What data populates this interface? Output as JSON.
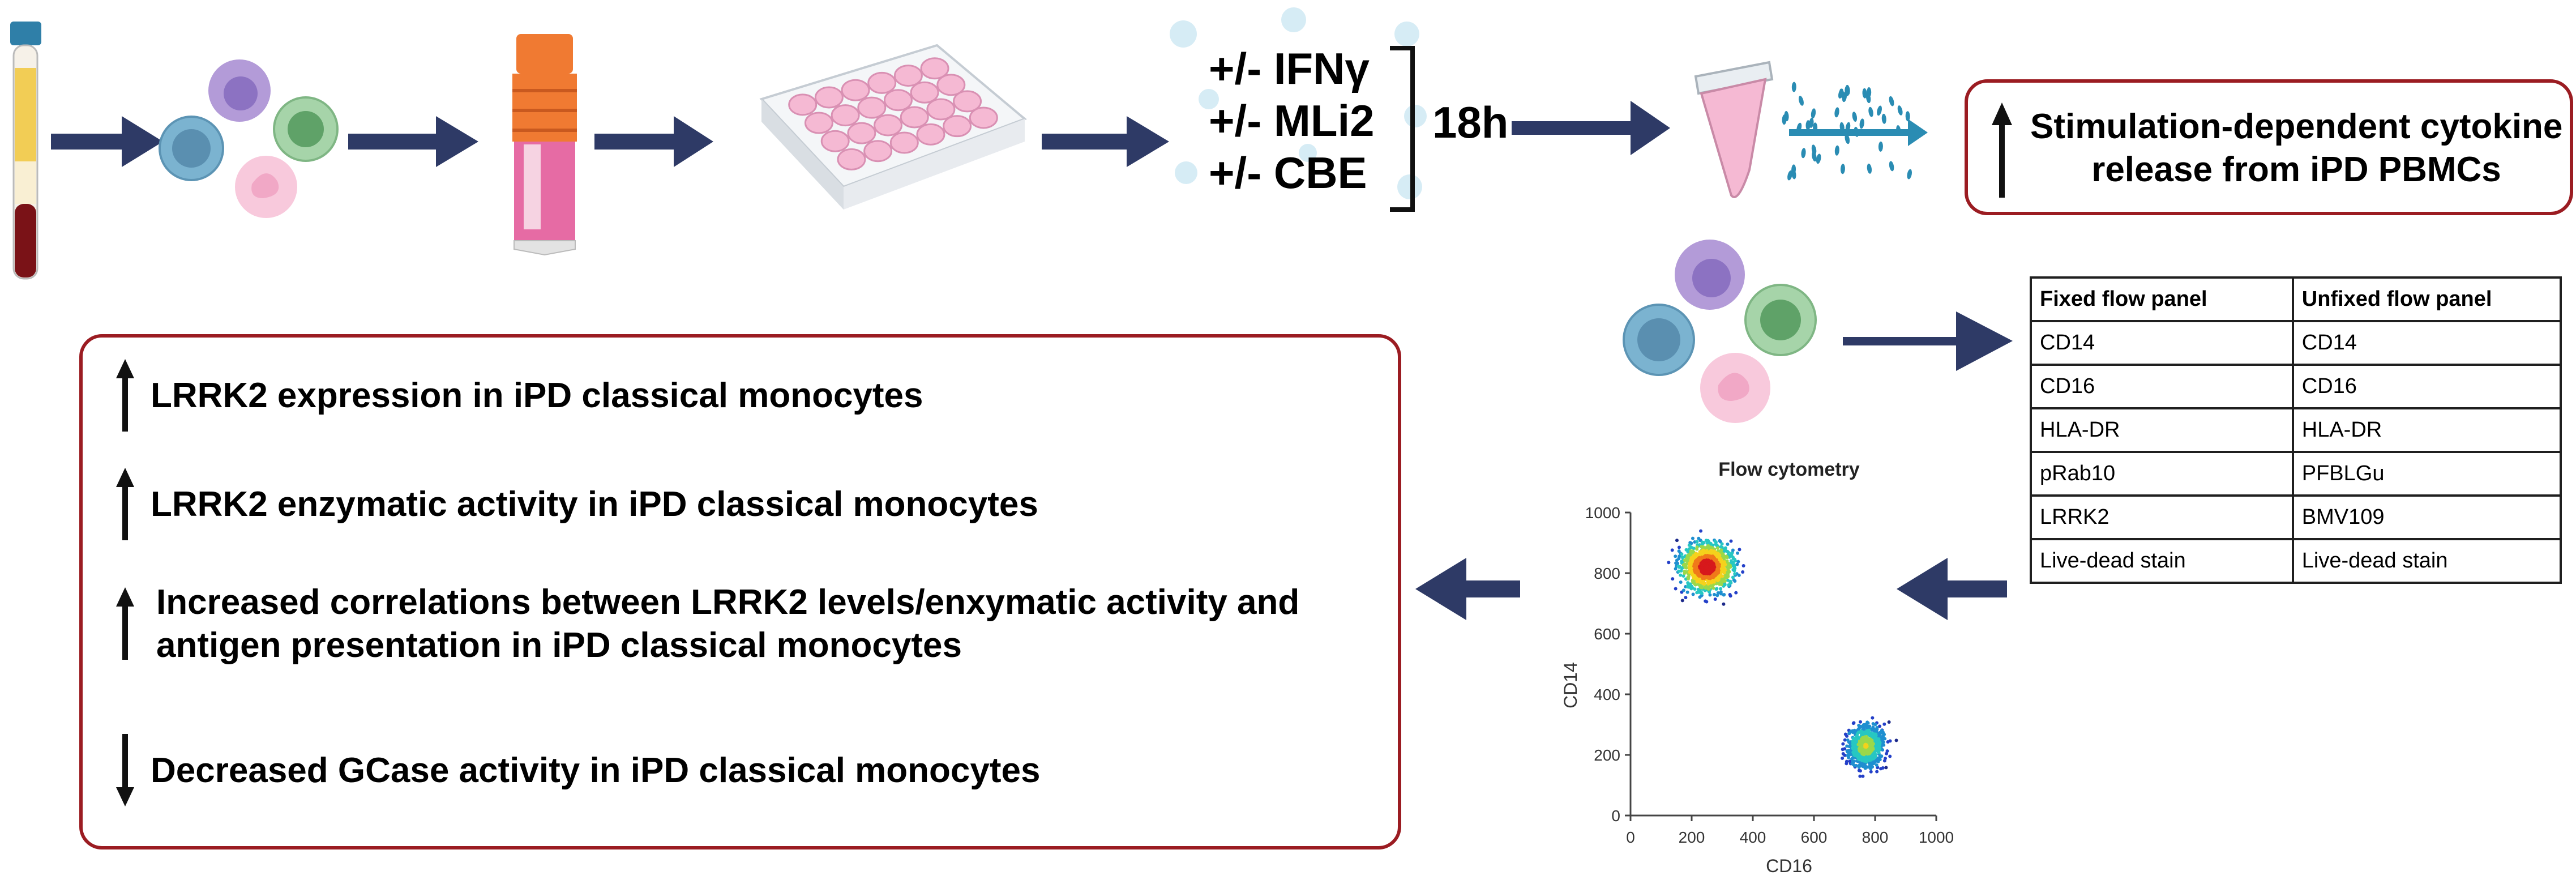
{
  "treatments": [
    "+/- IFNγ",
    "+/- MLi2",
    "+/- CBE"
  ],
  "duration": "18h",
  "cytokine_result": {
    "arrow": "up",
    "line1": "Stimulation-dependent cytokine",
    "line2": "release from iPD PBMCs"
  },
  "findings": [
    {
      "arrow": "up",
      "lines": [
        "LRRK2 expression in iPD classical monocytes"
      ]
    },
    {
      "arrow": "up",
      "lines": [
        "LRRK2 enzymatic activity in iPD classical monocytes"
      ]
    },
    {
      "arrow": "up",
      "lines": [
        "Increased correlations between LRRK2 levels/enxymatic activity and",
        "antigen presentation in iPD classical monocytes"
      ]
    },
    {
      "arrow": "down",
      "lines": [
        "Decreased GCase activity in iPD classical monocytes"
      ]
    }
  ],
  "flow_panel": {
    "headers": [
      "Fixed flow panel",
      "Unfixed flow panel"
    ],
    "rows": [
      [
        "CD14",
        "CD14"
      ],
      [
        "CD16",
        "CD16"
      ],
      [
        "HLA-DR",
        "HLA-DR"
      ],
      [
        "pRab10",
        "PFBLGu"
      ],
      [
        "LRRK2",
        "BMV109"
      ],
      [
        "Live-dead stain",
        "Live-dead stain"
      ]
    ]
  },
  "colors": {
    "arrow": "#2e3a66",
    "box_border": "#9b1c22",
    "tube_pink": "#e66ba4",
    "cap_orange": "#f07a32"
  },
  "chart_data": {
    "type": "scatter",
    "title": "Flow cytometry",
    "xlabel": "CD16",
    "ylabel": "CD14",
    "xlim": [
      0,
      1000
    ],
    "ylim": [
      0,
      1000
    ],
    "xticks": [
      0,
      200,
      400,
      600,
      800,
      1000
    ],
    "yticks": [
      0,
      200,
      400,
      600,
      800,
      1000
    ],
    "populations": [
      {
        "center_x": 250,
        "center_y": 820,
        "spread_x": 150,
        "spread_y": 140,
        "peak": "high"
      },
      {
        "center_x": 770,
        "center_y": 230,
        "spread_x": 110,
        "spread_y": 130,
        "peak": "medium"
      }
    ]
  }
}
